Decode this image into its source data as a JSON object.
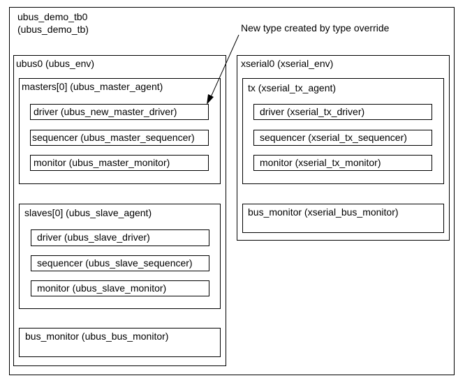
{
  "diagram": {
    "annotation": "New type created by type override",
    "top": {
      "line1": "ubus_demo_tb0",
      "line2": "(ubus_demo_tb)"
    },
    "ubus0": {
      "label": "ubus0 (ubus_env)",
      "masters": {
        "label": "masters[0] (ubus_master_agent)",
        "driver": "driver (ubus_new_master_driver)",
        "sequencer": "sequencer (ubus_master_sequencer)",
        "monitor": "monitor (ubus_master_monitor)"
      },
      "slaves": {
        "label": "slaves[0] (ubus_slave_agent)",
        "driver": "driver (ubus_slave_driver)",
        "sequencer": "sequencer (ubus_slave_sequencer)",
        "monitor": "monitor (ubus_slave_monitor)"
      },
      "bus_monitor": "bus_monitor (ubus_bus_monitor)"
    },
    "xserial0": {
      "label": "xserial0 (xserial_env)",
      "tx": {
        "label": "tx (xserial_tx_agent)",
        "driver": "driver (xserial_tx_driver)",
        "sequencer": "sequencer (xserial_tx_sequencer)",
        "monitor": "monitor (xserial_tx_monitor)"
      },
      "bus_monitor": "bus_monitor (xserial_bus_monitor)"
    }
  }
}
